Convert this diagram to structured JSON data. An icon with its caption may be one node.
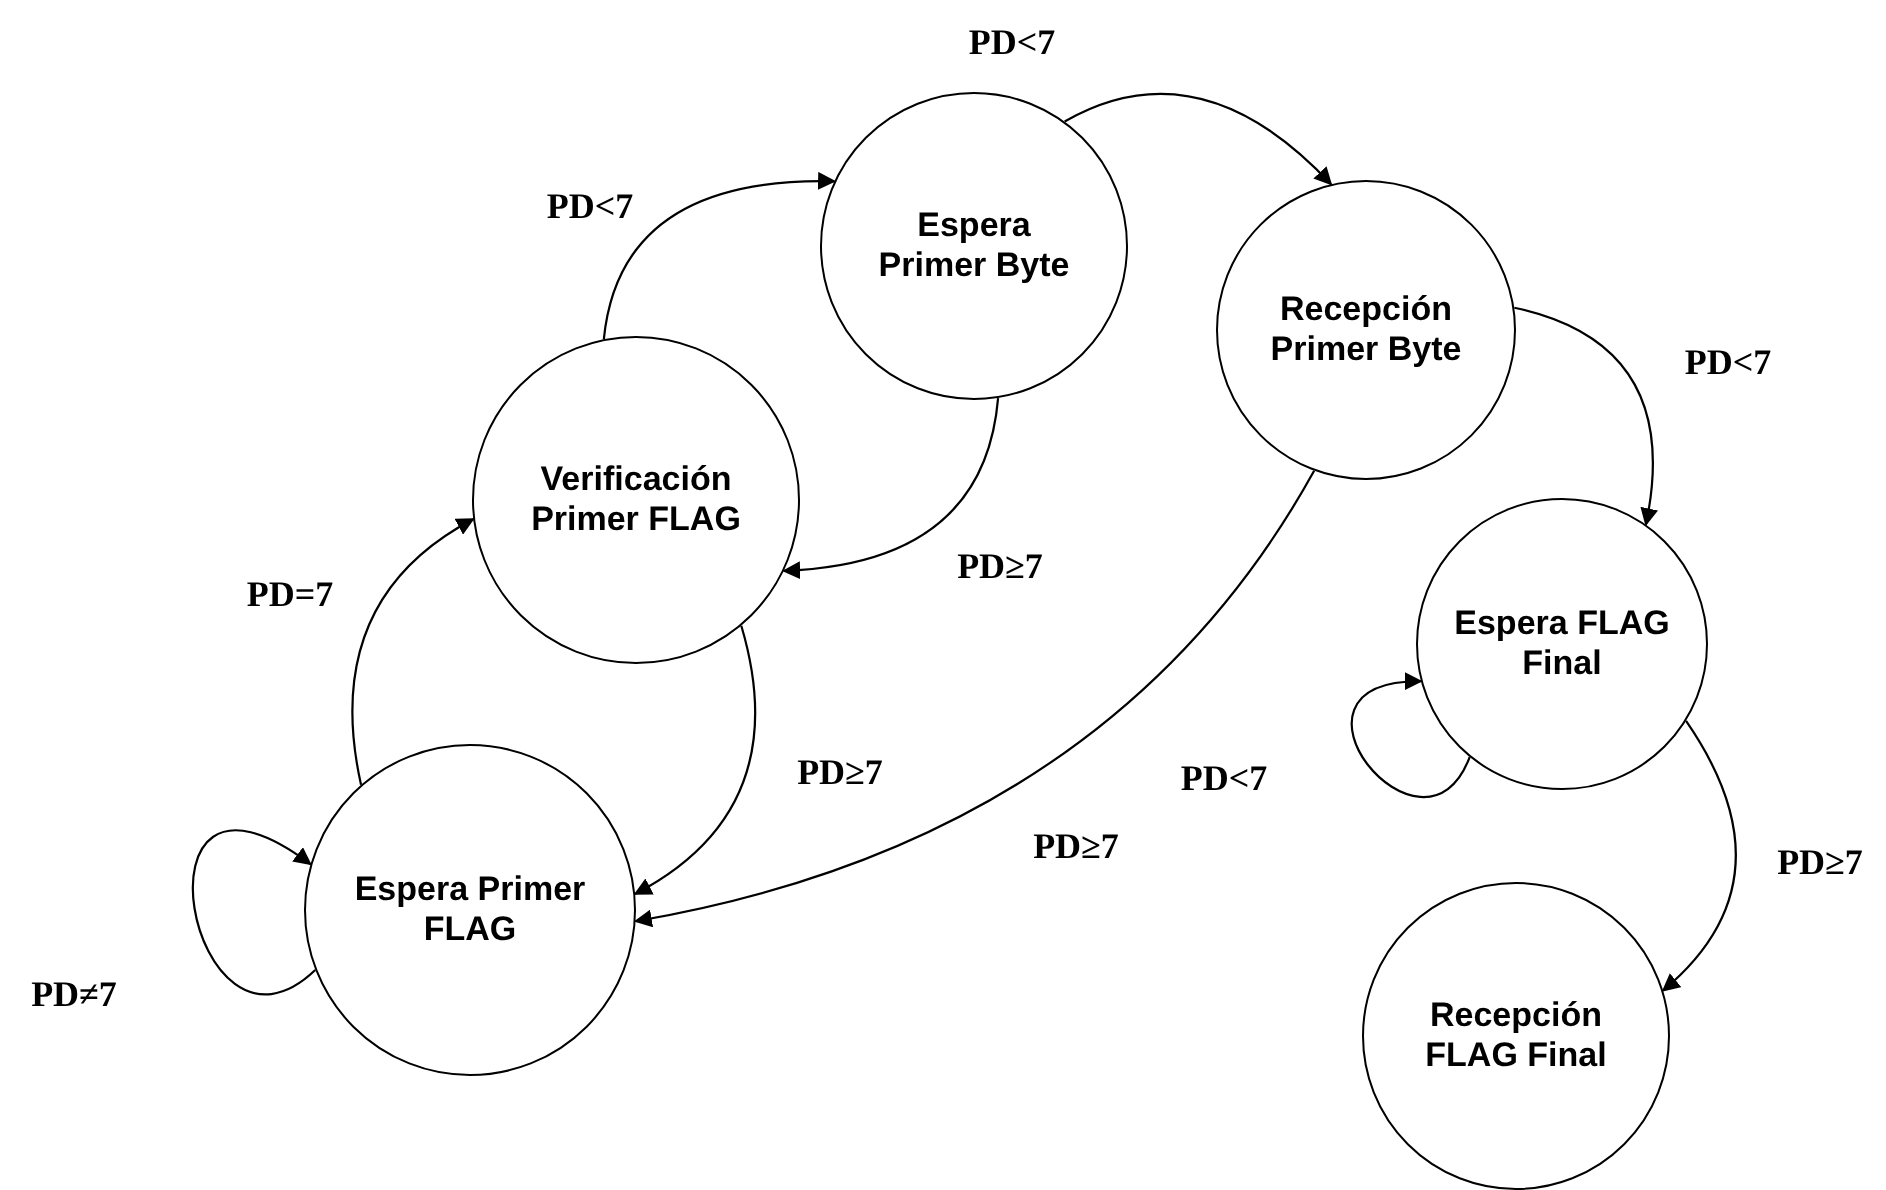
{
  "diagram": {
    "nodes": [
      {
        "text": [
          "Espera Primer FLAG"
        ]
      },
      {
        "text": [
          "Verificación Primer FLAG"
        ]
      },
      {
        "text": [
          "Espera Primer Byte"
        ]
      },
      {
        "text": [
          "Recepción Primer Byte"
        ]
      },
      {
        "text": [
          "Espera FLAG Final"
        ]
      },
      {
        "text": [
          "Recepción FLAG Final"
        ]
      }
    ],
    "edges": [
      {
        "from": 0,
        "to": 0,
        "arrow": "to",
        "label": "PD≠7"
      },
      {
        "from": 0,
        "to": 1,
        "arrow": "to",
        "label": "PD=7"
      },
      {
        "from": 1,
        "to": 2,
        "arrow": "to",
        "label": "PD<7"
      },
      {
        "from": 2,
        "to": 1,
        "arrow": "to",
        "label": "PD≥7"
      },
      {
        "from": 1,
        "to": 0,
        "arrow": "to",
        "label": "PD≥7"
      },
      {
        "from": 2,
        "to": 3,
        "arrow": "to",
        "label": "PD<7"
      },
      {
        "from": 3,
        "to": 0,
        "arrow": "to",
        "label": "PD≥7"
      },
      {
        "from": 3,
        "to": 4,
        "arrow": "to",
        "label": "PD<7"
      },
      {
        "from": 4,
        "to": 4,
        "arrow": "to",
        "label": "PD<7"
      },
      {
        "from": 4,
        "to": 5,
        "arrow": "to",
        "label": "PD≥7"
      }
    ]
  }
}
